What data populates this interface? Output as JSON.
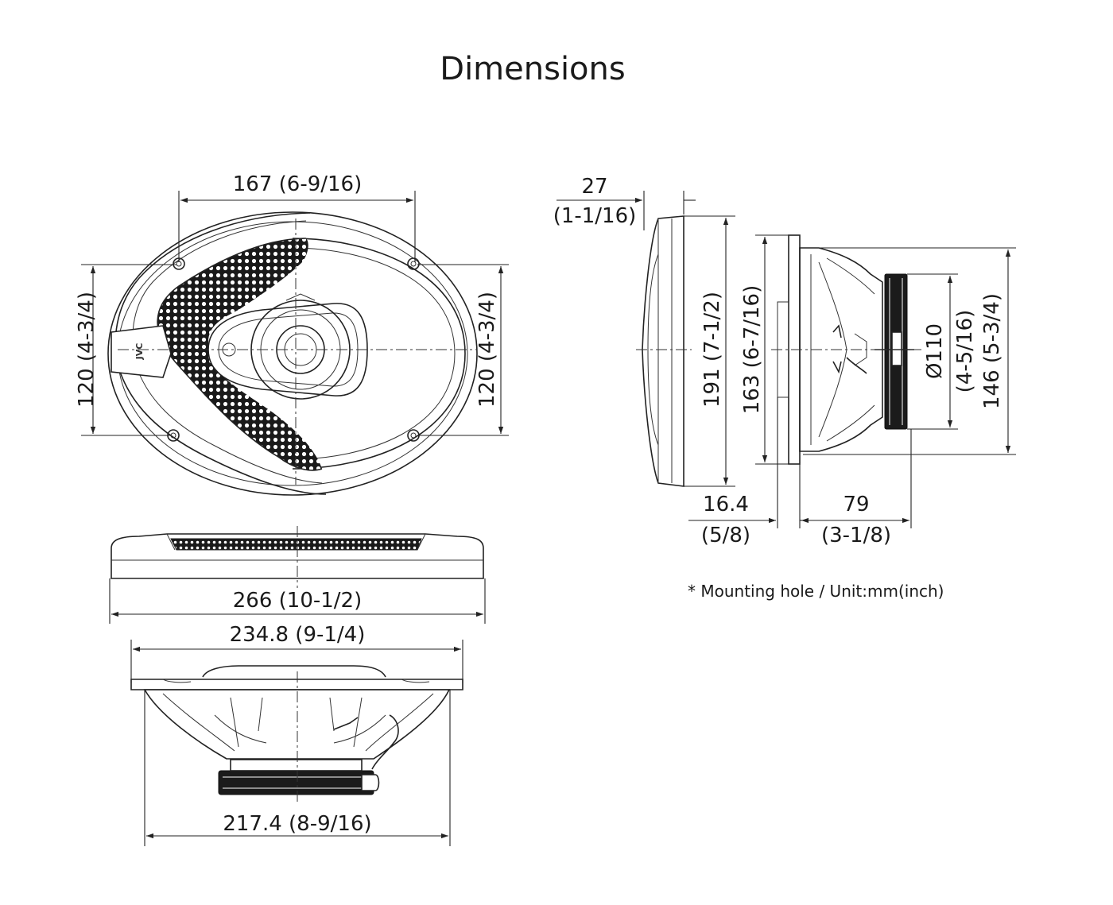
{
  "title": "Dimensions",
  "front_view": {
    "width_top": "167 (6-9/16)",
    "height_left": "120 (4-3/4)",
    "height_right": "120 (4-3/4)",
    "logo": "JVC"
  },
  "top_view": {
    "overall_width": "266 (10-1/2)"
  },
  "side_bottom_view": {
    "mount_width": "234.8 (9-1/4)",
    "magnet_width": "217.4 (8-9/16)"
  },
  "side_view": {
    "flange_depth": "27",
    "flange_depth_in": "(1-1/16)",
    "overall_height": "191 (7-1/2)",
    "cutout_height": "163 (6-7/16)",
    "magnet_dia": "Ø110",
    "magnet_dia_in": "(4-5/16)",
    "frame_height": "146 (5-3/4)",
    "mount_depth": "16.4",
    "mount_depth_in": "(5/8)",
    "body_depth": "79",
    "body_depth_in": "(3-1/8)"
  },
  "footnote": "* Mounting hole / Unit:mm(inch)"
}
